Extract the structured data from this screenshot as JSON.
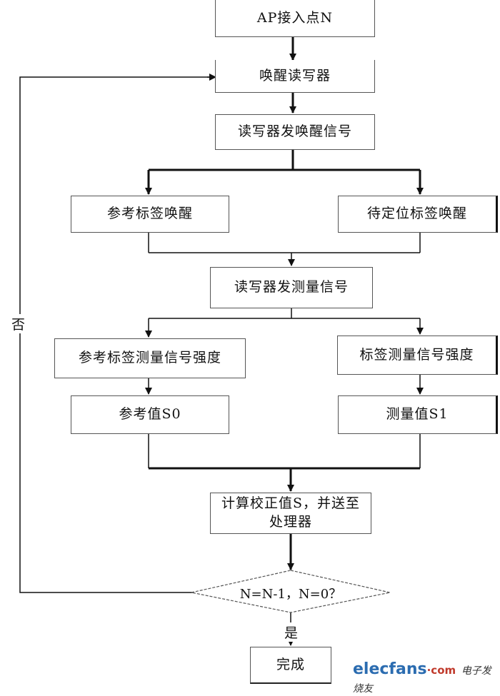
{
  "flowchart": {
    "start": "AP接入点N",
    "wake_reader": "唤醒读写器",
    "reader_send_wake": "读写器发唤醒信号",
    "ref_tag_wake": "参考标签唤醒",
    "target_tag_wake": "待定位标签唤醒",
    "reader_send_measure": "读写器发测量信号",
    "ref_tag_measure": "参考标签测量信号强度",
    "tag_measure": "标签测量信号强度",
    "ref_value": "参考值S0",
    "measured_value": "测量值S1",
    "calc_correction": "计算校正值S，并送至处理器",
    "decision": "N=N-1，N=0？",
    "done": "完成",
    "no_label": "否",
    "yes_label": "是"
  },
  "watermark": {
    "brand": "elecfans",
    "dot_com": "·com",
    "cn": "电子发烧友"
  }
}
